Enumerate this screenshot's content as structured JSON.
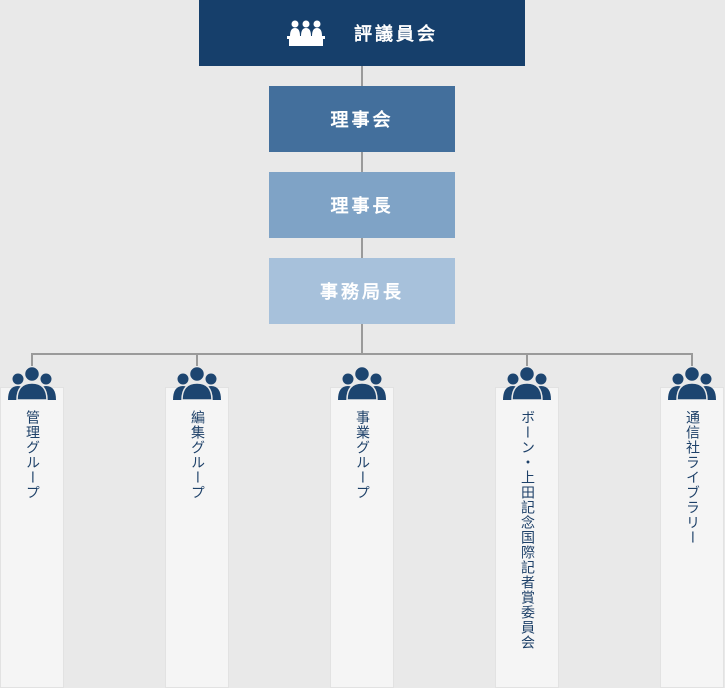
{
  "levels": [
    {
      "label": "評議員会",
      "icon": "council-icon",
      "color": "#163f6b"
    },
    {
      "label": "理事会",
      "color": "#436f9c"
    },
    {
      "label": "理事長",
      "color": "#7fa3c6"
    },
    {
      "label": "事務局長",
      "color": "#a7c1db"
    }
  ],
  "groups": [
    {
      "label": "管理グループ",
      "icon": "people-icon"
    },
    {
      "label": "編集グループ",
      "icon": "people-icon"
    },
    {
      "label": "事業グループ",
      "icon": "people-icon"
    },
    {
      "label": "ボーン・上田記念国際記者賞委員会",
      "icon": "people-icon"
    },
    {
      "label": "通信社ライブラリー",
      "icon": "people-icon"
    }
  ]
}
